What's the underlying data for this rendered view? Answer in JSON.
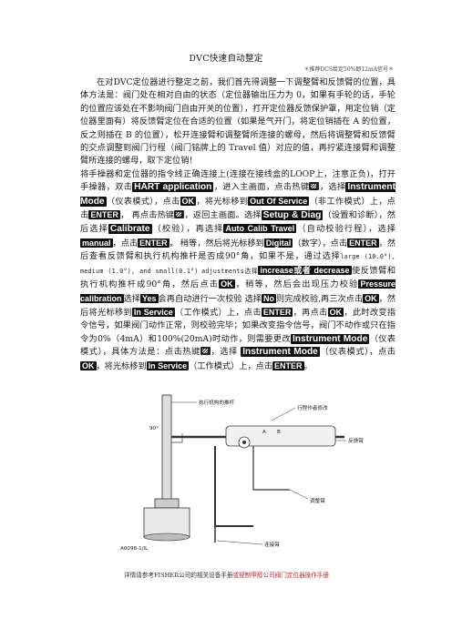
{
  "title": "DVC快速自动整定",
  "subnote": "＊推荐DCS给定50%即12mA信号＊",
  "para1": "在对DVC定位器进行整定之前，我们首先得调整一下调整臂和反馈臂的位置，具体方法是：阀门处在相对自由的状态（定位器输出压力为 0，如果有手轮的话，手轮的位置应该处在不影响阀门自由开关的位置），打开定位器反馈保护罩，用定位销（定位器里面有）将反馈臂定位在合适的位置（如果是气开门，将定位销插在 A 的位置，反之则插在 B 的位置），松开连接臂和调整臂所连接的螺母，然后将调整臂和反馈臂的交点调整到阀门行程（阀门铭牌上的 Travel 值）对应的值，再拧紧连接臂和调整臂所连接的螺母，取下定位销！",
  "para2_pre": "将手操器和定位器的指令线正确连接上(连接在接线盒的LOOP上，注意正负)，打开手操器，双击",
  "hart": "HART application",
  "para2_a": "，进入主画面，点击热键",
  "para2_b": "，选择",
  "instrument_mode": "Instrument Mode",
  "instrument_mode_cn": "（仪表模式），点击",
  "ok": "OK",
  "move_to": "，将光标移到",
  "out_of_service": "Out Of Service",
  "out_cn": "（非工作模式）上，点击",
  "enter": "ENTER",
  "click_hotkey": "再点击热键",
  "back_main": "，返回主画面。选择",
  "setup_diag": "Setup & Diag",
  "setup_cn": "（设置和诊断），然后选择",
  "calibrate": "Calibrate",
  "calibrate_cn": "（校验），再选择",
  "auto_calib": "Auto Calib Travel",
  "auto_cn": "（自动校验行程），选择",
  "manual": "manual",
  "manual_cn": "，点击",
  "wait_text": "稍等，然后将光标移到",
  "digital": "Digital",
  "digital_cn": "（数字），点击",
  "digital_after": "，然后查看反馈臂和执行机构推杆是否成90°角，如果不是，通过选择",
  "large_text": "large (10.0°), medium (1.0°), and small(0.1°)",
  "adjust_text": "adjustments选择",
  "increase_text": "increase或者  decrease",
  "increase_after": "使反馈臂和执行机构推杆成90°角，然后点击",
  "ok_after": "，稍等，然后会出现压力校验",
  "pressure_cal": "Pressure calibration",
  "pressure_after": "选择",
  "yes": "Yes",
  "yes_after": "会再自动进行一次校验 选择",
  "no": "No",
  "no_after": "则完成校验,再三次点击",
  "ok_after2": "，然后将光标移到",
  "in_service": "In Service",
  "in_service_cn": "（工作模式）上，点击",
  "then_click": "，再点击",
  "check_text": "，此时改变指令信号，如果阀门动作正常，则校验完毕；如果改变指令信号，阀门不动作或只在指令为0%（4mA）和100%(20mA)时动作，则需要更改",
  "instr_mode_2": "Instrument Mode",
  "method_text": "（仪表模式），具体方法是：点击热键",
  "select": "，选择",
  "click_ok_move": "（仪表模式），点击",
  "final_move": "，将光标移到",
  "final_service_cn": "（工作模式）上，点击",
  "final_end": "。",
  "figure": {
    "label_pushrod": "执行机构的推杆",
    "label_travel": "行程作者修改",
    "label_feedback": "反馈臂",
    "label_adjust": "调整臂",
    "label_link": "连接臂",
    "angle": "90°",
    "code": "A0098-1/IL"
  },
  "footer_black": "详情请参考FISHER公司的相关设备手册",
  "footer_red": "或规制甲醇公司阀门定位器操作手册"
}
